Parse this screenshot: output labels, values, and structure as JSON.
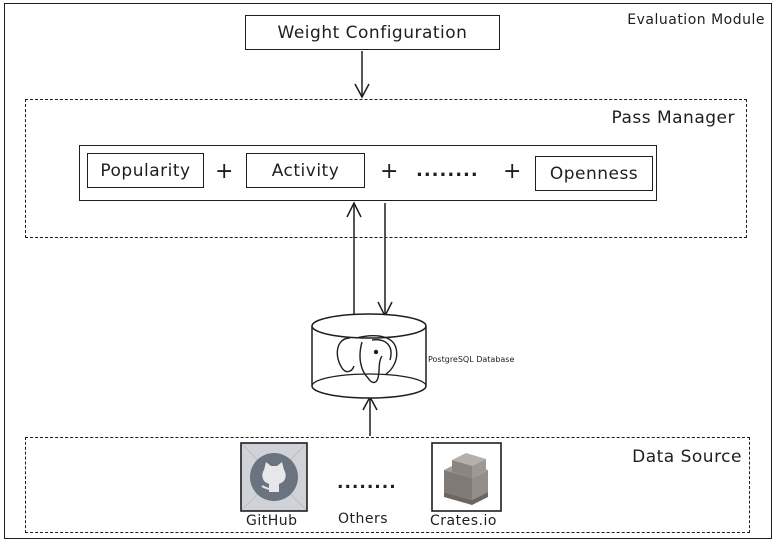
{
  "module_title": "Evaluation Module",
  "weight_config": {
    "label": "Weight Configuration"
  },
  "pass_manager": {
    "title": "Pass Manager",
    "metrics": [
      "Popularity",
      "Activity",
      "Openness"
    ],
    "plus": "+",
    "ellipsis": "........"
  },
  "database": {
    "label": "PostgreSQL Database"
  },
  "data_source": {
    "title": "Data Source",
    "sources": [
      "GitHub",
      "Others",
      "Crates.io"
    ],
    "ellipsis": "........"
  },
  "colors": {
    "stroke": "#1e1e1e",
    "github_bg": "#cfd2d6",
    "github_icon": "#6b7280",
    "crate": "#8a8580"
  },
  "icons": [
    "postgresql-elephant-icon",
    "github-icon",
    "crates-box-icon"
  ]
}
